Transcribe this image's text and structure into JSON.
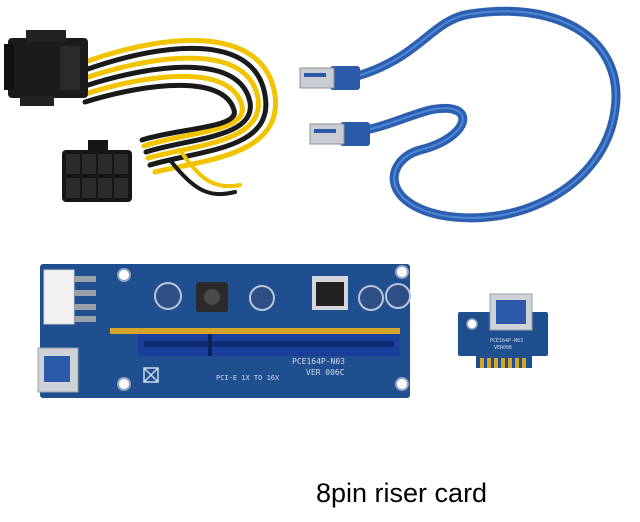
{
  "caption": "8pin riser card",
  "pcb_labels": {
    "board_model": "PCE164P-N03",
    "board_version": "VER 006C",
    "board_slot_text": "PCI-E 1X TO 16X",
    "adapter_model": "PCE164P-N03",
    "adapter_version": "VER006"
  },
  "colors": {
    "background": "#ffffff",
    "pcb_blue": "#1f4f8f",
    "slot_blue": "#1a3f9a",
    "usb_cable_blue": "#2c5fb0",
    "yellow_wire": "#f2c400",
    "black_wire": "#1a1a1a",
    "gold_contacts": "#d4a52a"
  },
  "items": [
    "sata-to-8pin-power-cable",
    "usb3-extension-cable",
    "pcie-riser-board",
    "pcie-x1-adapter-card"
  ]
}
